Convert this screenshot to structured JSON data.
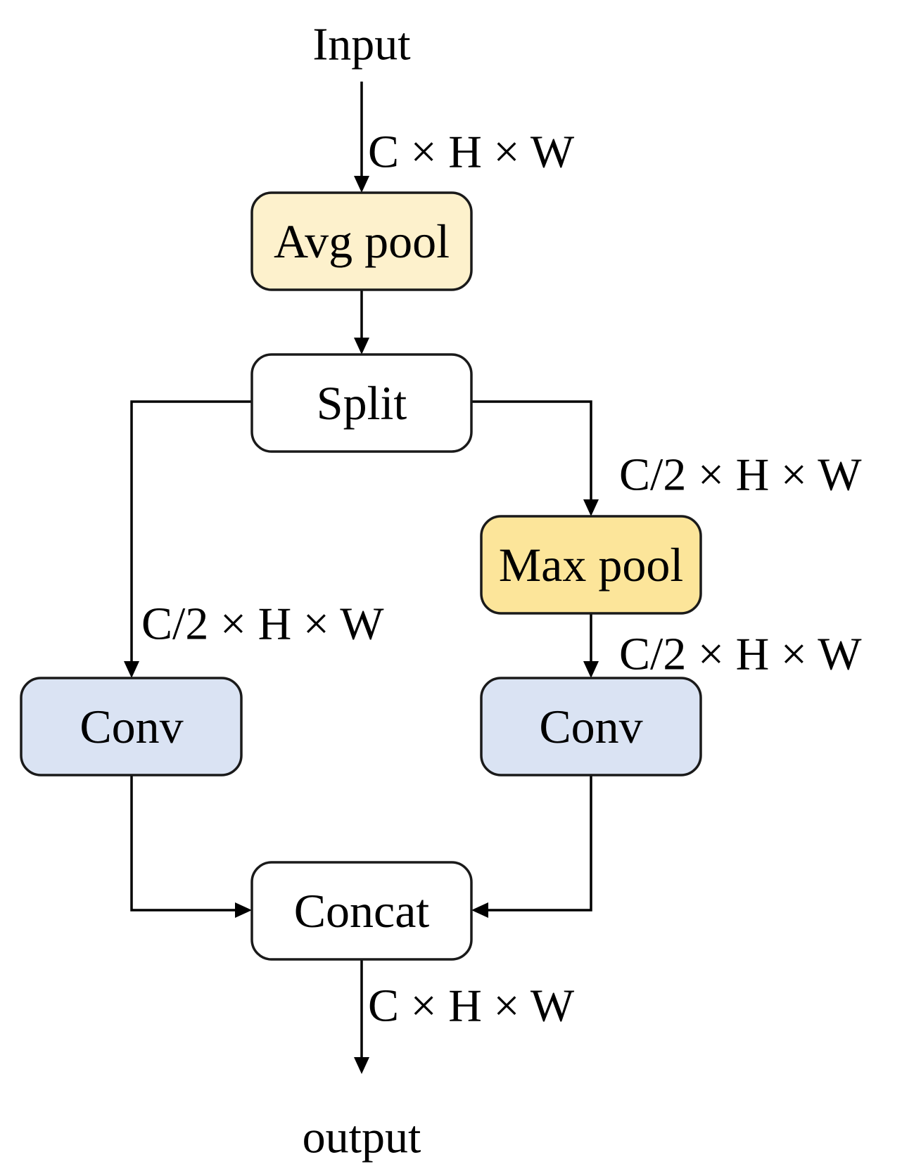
{
  "colors": {
    "avg_pool_fill": "#fdf1cc",
    "max_pool_fill": "#fce59a",
    "conv_fill": "#dae3f3",
    "plain_fill": "#ffffff",
    "stroke": "#1a1a1a"
  },
  "input_label": "Input",
  "output_label": "output",
  "nodes": {
    "avg_pool": "Avg pool",
    "split": "Split",
    "max_pool": "Max pool",
    "conv_left": "Conv",
    "conv_right": "Conv",
    "concat": "Concat"
  },
  "edge_labels": {
    "input_shape": "C × H × W",
    "right_branch_shape": "C/2 × H × W",
    "left_branch_shape": "C/2 × H × W",
    "max_pool_out_shape": "C/2 × H × W",
    "output_shape": "C × H × W"
  }
}
